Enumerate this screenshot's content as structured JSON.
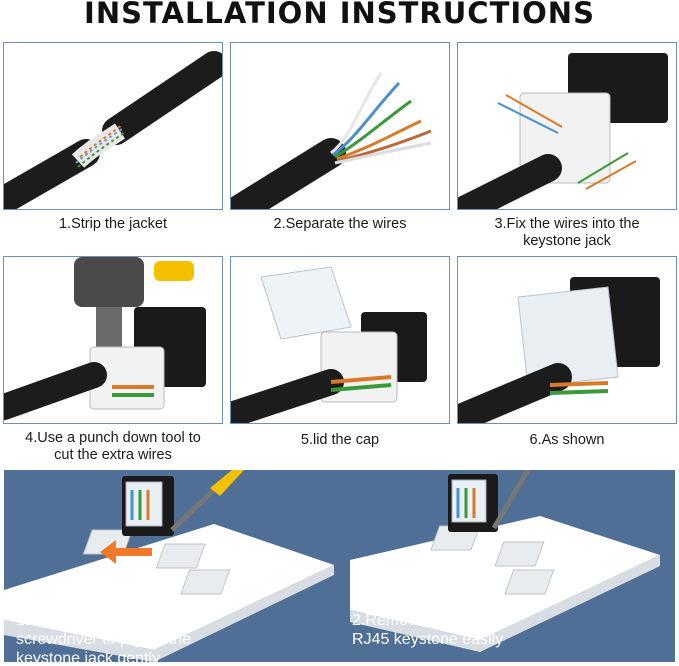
{
  "title": "INSTALLATION INSTRUCTIONS",
  "steps": [
    {
      "caption": "1.Strip the jacket"
    },
    {
      "caption": "2.Separate the wires"
    },
    {
      "caption_line1": "3.Fix the wires into the",
      "caption_line2": "keystone jack"
    },
    {
      "caption_line1": "4.Use a punch down tool to",
      "caption_line2": "cut the extra wires"
    },
    {
      "caption": "5.lid the cap"
    },
    {
      "caption": "6.As shown"
    }
  ],
  "removal": [
    {
      "line1": "1.Use a flat-blade",
      "line2": "screwdriver to pry up the",
      "line3": "keystone jack gently"
    },
    {
      "line1": "2.Remove the",
      "line2": "RJ45 keystone easily"
    }
  ],
  "colors": {
    "frame_border": "#6f8fb8",
    "bottom_bg": "#4f6f97",
    "cable": "#1c1c1c",
    "jack_black": "#1a1a1a",
    "arrow": "#f07a2a",
    "handle": "#f5c000"
  }
}
